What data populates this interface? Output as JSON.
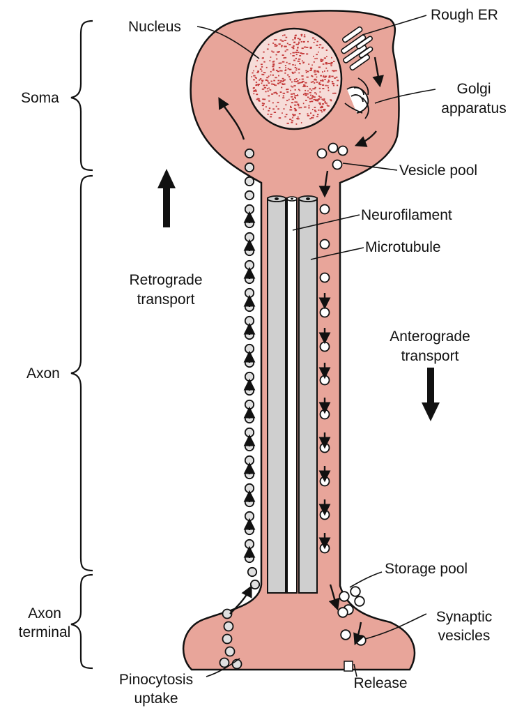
{
  "colors": {
    "cell_fill": "#e8a59a",
    "outline": "#111111",
    "nucleus_fill": "#f6dcd8",
    "nucleus_dots": "#c43a3a",
    "filament_fill": "#cfcfcf",
    "vesicle_fill": "#e0e0e0",
    "vesicle_white": "#ffffff"
  },
  "region_labels": {
    "soma": "Soma",
    "axon": "Axon",
    "axon_terminal_line1": "Axon",
    "axon_terminal_line2": "terminal"
  },
  "structure_labels": {
    "nucleus": "Nucleus",
    "rough_er": "Rough ER",
    "golgi_line1": "Golgi",
    "golgi_line2": "apparatus",
    "vesicle_pool": "Vesicle pool",
    "neurofilament": "Neurofilament",
    "microtubule": "Microtubule",
    "storage_pool": "Storage pool",
    "synaptic_line1": "Synaptic",
    "synaptic_line2": "vesicles",
    "release": "Release",
    "pinocytosis_line1": "Pinocytosis",
    "pinocytosis_line2": "uptake"
  },
  "transport_labels": {
    "retrograde_line1": "Retrograde",
    "retrograde_line2": "transport",
    "anterograde_line1": "Anterograde",
    "anterograde_line2": "transport"
  },
  "icons": {
    "retrograde": "arrow-up-icon",
    "anterograde": "arrow-down-icon"
  }
}
